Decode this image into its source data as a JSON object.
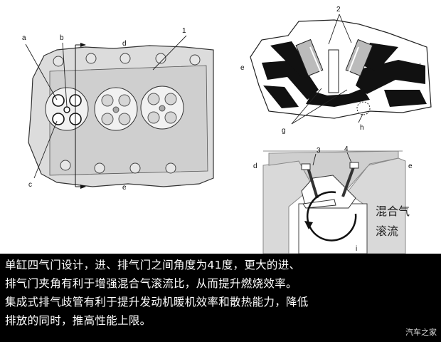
{
  "figure": {
    "head_labels": {
      "a": "a",
      "b": "b",
      "c": "c",
      "d": "d",
      "e": "e",
      "one": "1"
    },
    "section_labels": {
      "two": "2",
      "d": "d",
      "e": "e",
      "g": "g",
      "h": "h"
    },
    "swirl_labels": {
      "three": "3",
      "four": "4",
      "d": "d",
      "e": "e",
      "i": "i"
    },
    "swirl_text": [
      "混合气",
      "滚流"
    ]
  },
  "caption": {
    "lines": [
      "单缸四气门设计，进、排气门之间角度为41度，更大的进、",
      "排气门夹角有利于增强混合气滚流比，从而提升燃烧效率。",
      "集成式排气歧管有利于提升发动机暖机效率和散热能力，降低",
      "排放的同时，推高性能上限。"
    ],
    "watermark": "汽车之家"
  }
}
